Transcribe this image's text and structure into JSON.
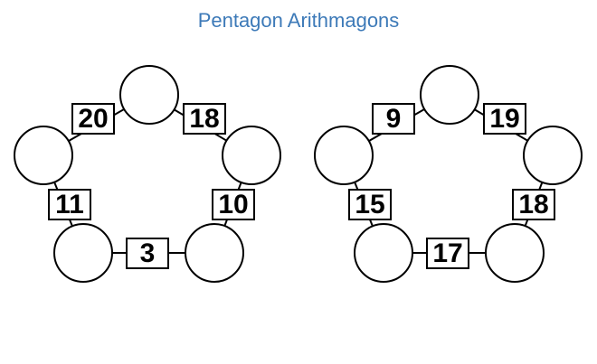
{
  "page": {
    "title": "Pentagon Arithmagons",
    "title_color": "#3d7ab8"
  },
  "puzzles": [
    {
      "edges": [
        "20",
        "18",
        "10",
        "3",
        "11"
      ]
    },
    {
      "edges": [
        "9",
        "19",
        "18",
        "17",
        "15"
      ]
    }
  ]
}
